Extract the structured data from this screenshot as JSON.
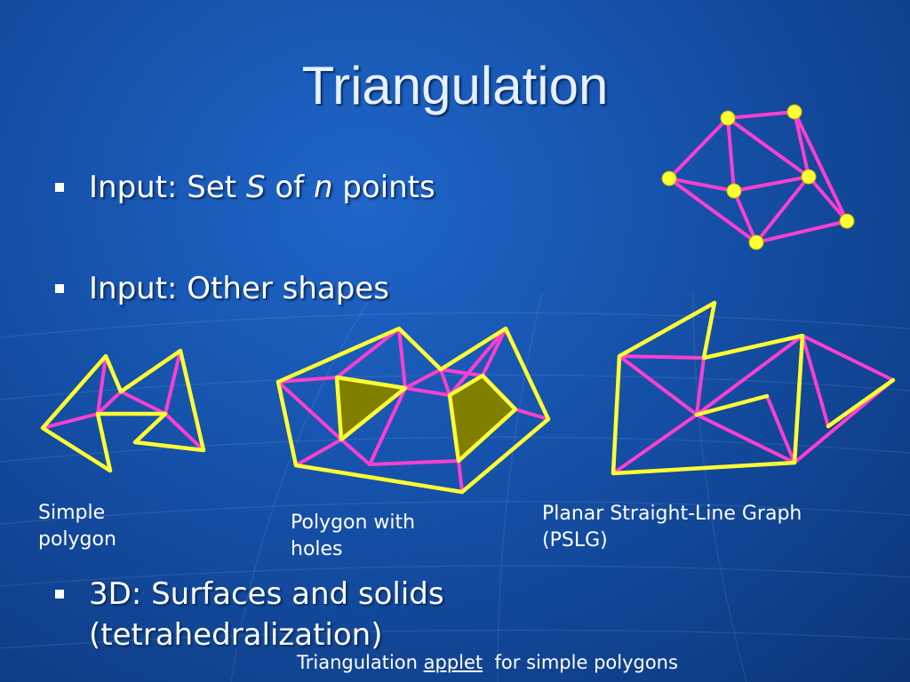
{
  "title": "Triangulation",
  "bullets": [
    {
      "pre": "Input: Set ",
      "em1": "S",
      "mid": " of ",
      "em2": "n",
      "post": " points"
    },
    {
      "text": "Input: Other shapes"
    },
    {
      "line1": "3D: Surfaces and solids",
      "line2": "(tetrahedralization)"
    }
  ],
  "captions": {
    "simple": [
      "Simple",
      "polygon"
    ],
    "holes": [
      "Polygon with",
      "holes"
    ],
    "pslg": [
      "Planar Straight-Line Graph",
      "(PSLG)"
    ]
  },
  "footer": {
    "pre": "Triangulation ",
    "link": "applet",
    "post": "  for simple polygons"
  },
  "colors": {
    "outline": "#ffff33",
    "diagonal": "#ff3ed1",
    "hole_fill": "#807f00",
    "point": "#ffff33"
  }
}
